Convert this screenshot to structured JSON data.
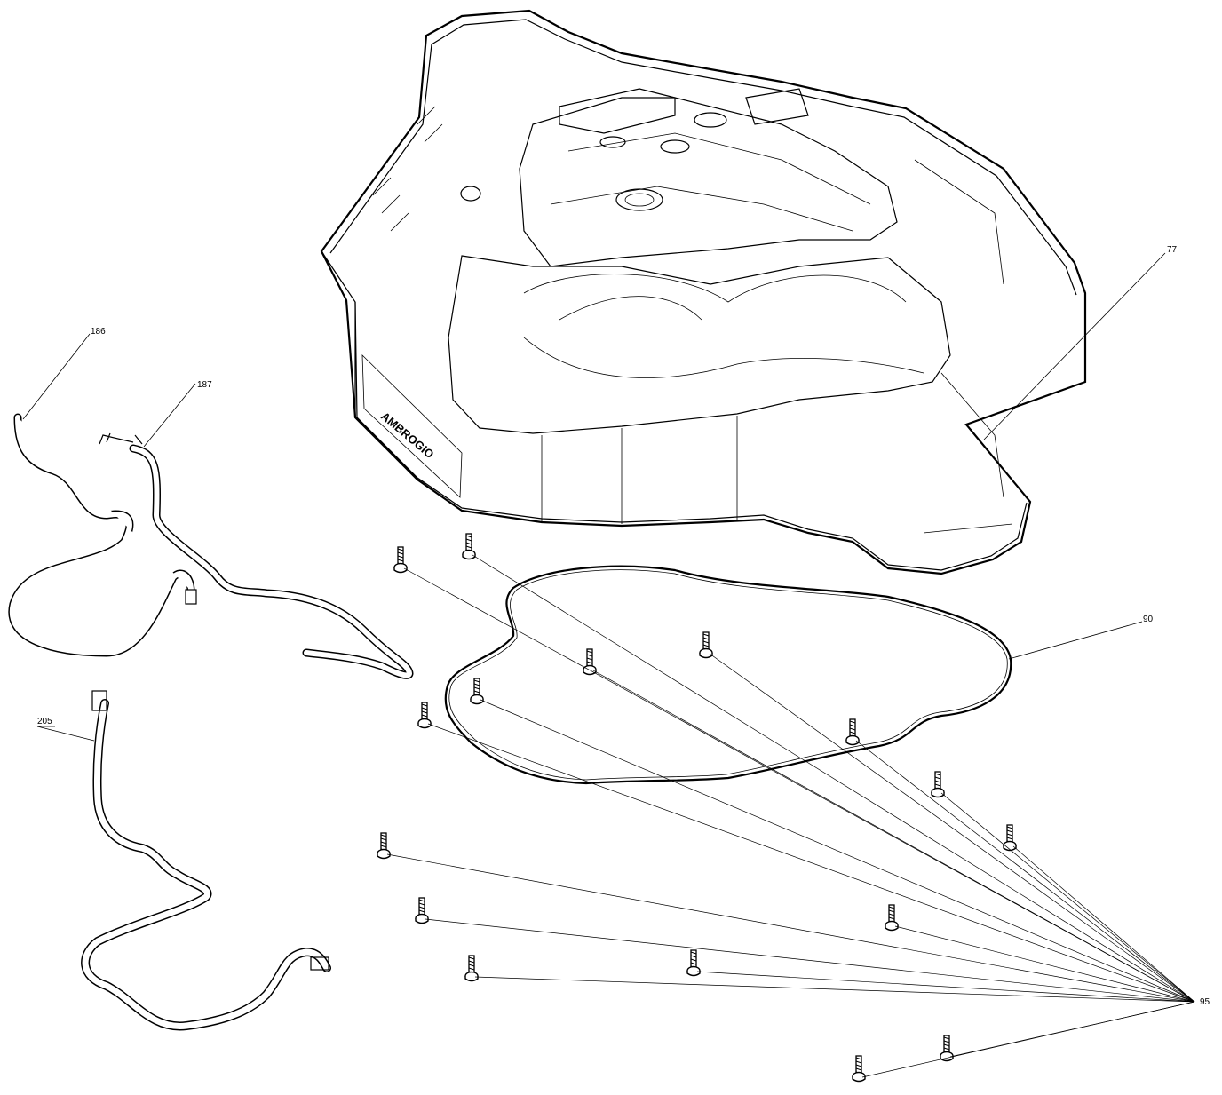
{
  "callouts": {
    "c77": "77",
    "c186": "186",
    "c187": "187",
    "c90": "90",
    "c205": "205",
    "c95": "95"
  },
  "housing": {
    "brand_text": "AMBROGIO"
  },
  "colors": {
    "line": "#000000",
    "background": "#ffffff"
  }
}
